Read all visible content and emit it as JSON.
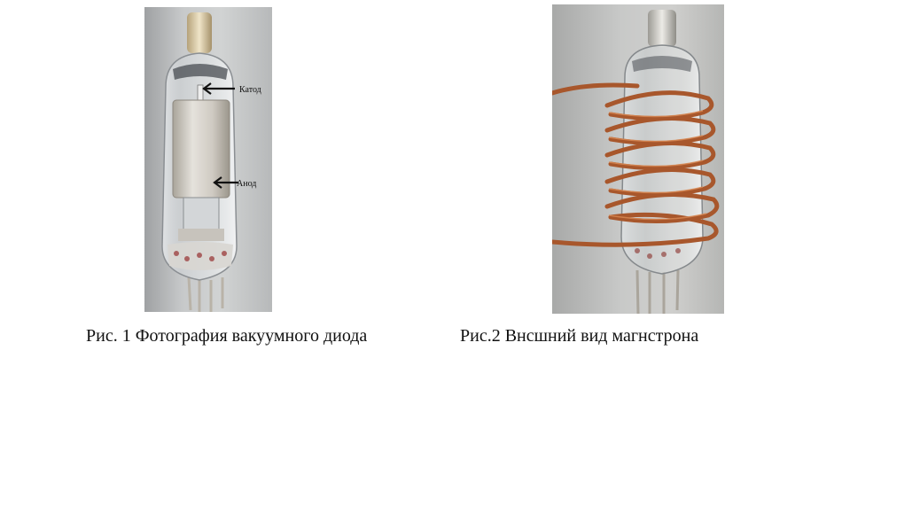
{
  "figures": [
    {
      "caption": "Рис. 1 Фотография вакуумного диода",
      "labels": {
        "cathode": "Катод",
        "anode": "Анод"
      }
    },
    {
      "caption": "Рис.2 Внсшний вид магнстрона"
    }
  ]
}
